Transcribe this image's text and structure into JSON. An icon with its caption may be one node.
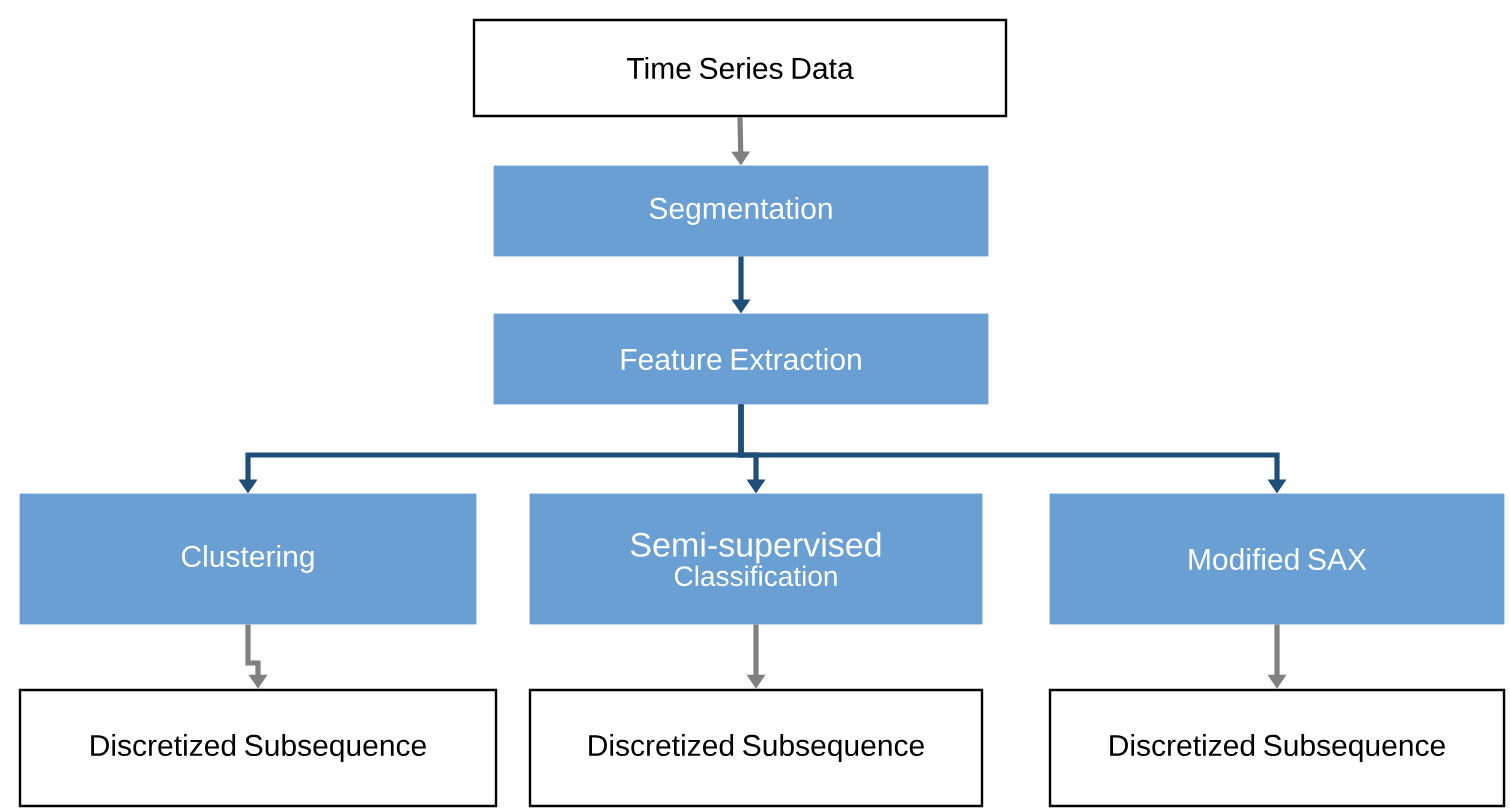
{
  "diagram": {
    "nodes": [
      {
        "text": [
          "Time Series Data"
        ]
      },
      {
        "text": [
          "Segmentation"
        ]
      },
      {
        "text": [
          "Feature Extraction"
        ]
      },
      {
        "text": [
          "Clustering"
        ]
      },
      {
        "text": [
          "Semi-supervised",
          "Classification"
        ]
      },
      {
        "text": [
          "Modified SAX"
        ]
      },
      {
        "text": [
          "Discretized Subsequence"
        ]
      },
      {
        "text": [
          "Discretized Subsequence"
        ]
      },
      {
        "text": [
          "Discretized Subsequence"
        ]
      }
    ],
    "edges": [
      {
        "from": 0,
        "to": 1,
        "arrow": "to"
      },
      {
        "from": 1,
        "to": 2,
        "arrow": "to",
        "color": "#1f4e79"
      },
      {
        "from": 2,
        "to": 3,
        "arrow": "to",
        "color": "#1f4e79"
      },
      {
        "from": 2,
        "to": 4,
        "arrow": "to",
        "color": "#1f4e79"
      },
      {
        "from": 2,
        "to": 5,
        "arrow": "to",
        "color": "#1f4e79"
      },
      {
        "from": 3,
        "to": 6,
        "arrow": "to"
      },
      {
        "from": 4,
        "to": 7,
        "arrow": "to"
      },
      {
        "from": 5,
        "to": 8,
        "arrow": "to"
      }
    ]
  }
}
